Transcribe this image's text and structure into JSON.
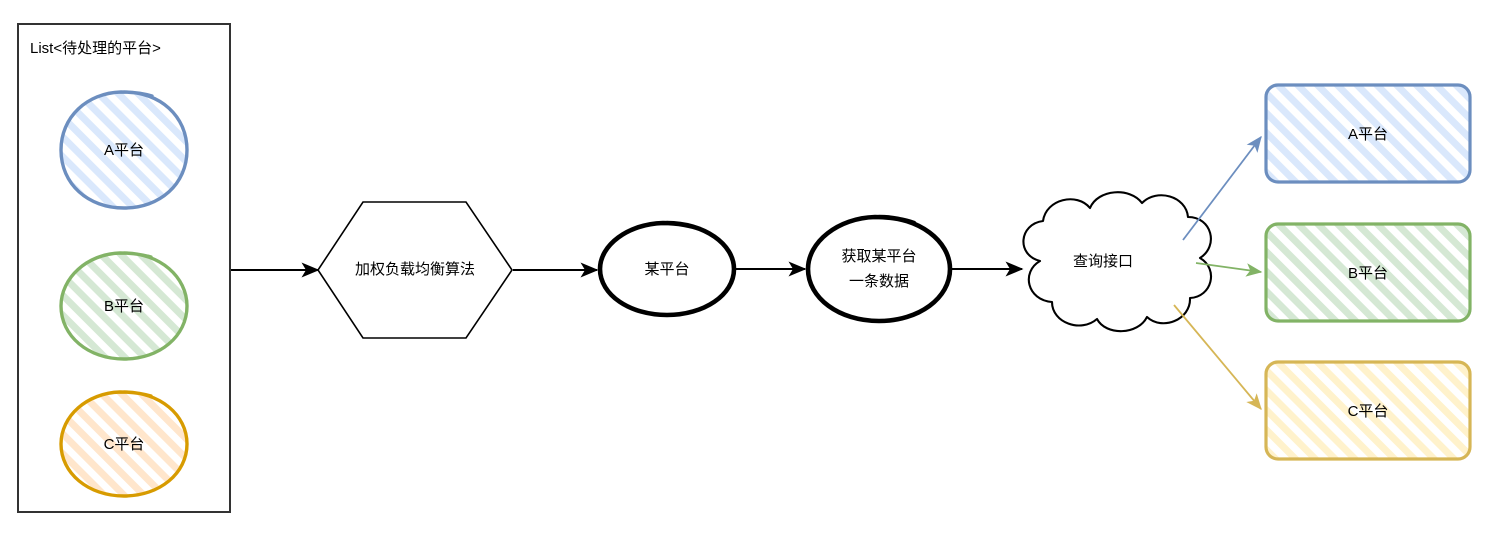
{
  "diagram": {
    "title_text": "List<待处理的平台>",
    "background": "#ffffff",
    "container": {
      "name": "list-container",
      "label": "List<待处理的平台>",
      "stroke": "#333333",
      "fill": "#ffffff"
    },
    "source_platforms": [
      {
        "id": "a",
        "label": "A平台",
        "stroke": "#6c8ebf",
        "fill": "#dae8fc"
      },
      {
        "id": "b",
        "label": "B平台",
        "stroke": "#82b366",
        "fill": "#d5e8d4"
      },
      {
        "id": "c",
        "label": "C平台",
        "stroke": "#d79b00",
        "fill": "#ffe6cc"
      }
    ],
    "process": {
      "algorithm": {
        "label": "加权负载均衡算法",
        "shape": "hexagon",
        "stroke": "#000000",
        "fill": "#ffffff"
      },
      "selected_platform": {
        "label": "某平台",
        "shape": "ellipse",
        "stroke": "#000000",
        "fill": "#ffffff"
      },
      "fetch_record": {
        "label_line1": "获取某平台",
        "label_line2": "一条数据",
        "shape": "ellipse",
        "stroke": "#000000",
        "fill": "#ffffff"
      },
      "query_api": {
        "label": "查询接口",
        "shape": "cloud",
        "stroke": "#000000",
        "fill": "#ffffff"
      }
    },
    "target_platforms": [
      {
        "id": "a",
        "label": "A平台",
        "stroke": "#6c8ebf",
        "fill": "#dae8fc",
        "arrow_color": "#6c8ebf"
      },
      {
        "id": "b",
        "label": "B平台",
        "stroke": "#82b366",
        "fill": "#d5e8d4",
        "arrow_color": "#82b366"
      },
      {
        "id": "c",
        "label": "C平台",
        "stroke": "#d6b656",
        "fill": "#fff2cc",
        "arrow_color": "#d6b656"
      }
    ],
    "flow_arrows": [
      {
        "from": "list-container",
        "to": "algorithm",
        "color": "#000000"
      },
      {
        "from": "algorithm",
        "to": "selected-platform",
        "color": "#000000"
      },
      {
        "from": "selected-platform",
        "to": "fetch-record",
        "color": "#000000"
      },
      {
        "from": "fetch-record",
        "to": "query-api",
        "color": "#000000"
      }
    ]
  }
}
